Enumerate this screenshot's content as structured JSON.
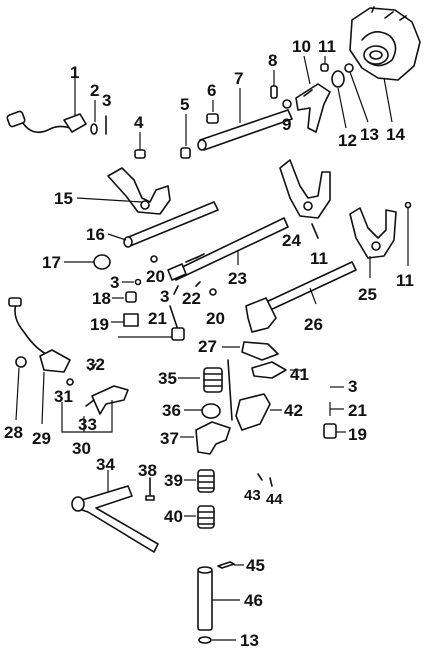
{
  "callouts": {
    "c1": "1",
    "c2": "2",
    "c3a": "3",
    "c4": "4",
    "c5": "5",
    "c6": "6",
    "c7": "7",
    "c8": "8",
    "c9": "9",
    "c10": "10",
    "c11a": "11",
    "c12": "12",
    "c13a": "13",
    "c14": "14",
    "c15": "15",
    "c16": "16",
    "c17": "17",
    "c3b": "3",
    "c20a": "20",
    "c23": "23",
    "c24": "24",
    "c11b": "11",
    "c25": "25",
    "c11c": "11",
    "c18": "18",
    "c3c": "3",
    "c22": "22",
    "c19a": "19",
    "c21a": "21",
    "c20b": "20",
    "c26": "26",
    "c27": "27",
    "c41": "41",
    "c28": "28",
    "c29": "29",
    "c32": "32",
    "c31": "31",
    "c33": "33",
    "c30": "30",
    "c35": "35",
    "c36": "36",
    "c42": "42",
    "c3d": "3",
    "c21b": "21",
    "c19b": "19",
    "c37": "37",
    "c34": "34",
    "c38": "38",
    "c39": "39",
    "c43": "43",
    "c44": "44",
    "c40": "40",
    "c45": "45",
    "c46": "46",
    "c13b": "13"
  }
}
